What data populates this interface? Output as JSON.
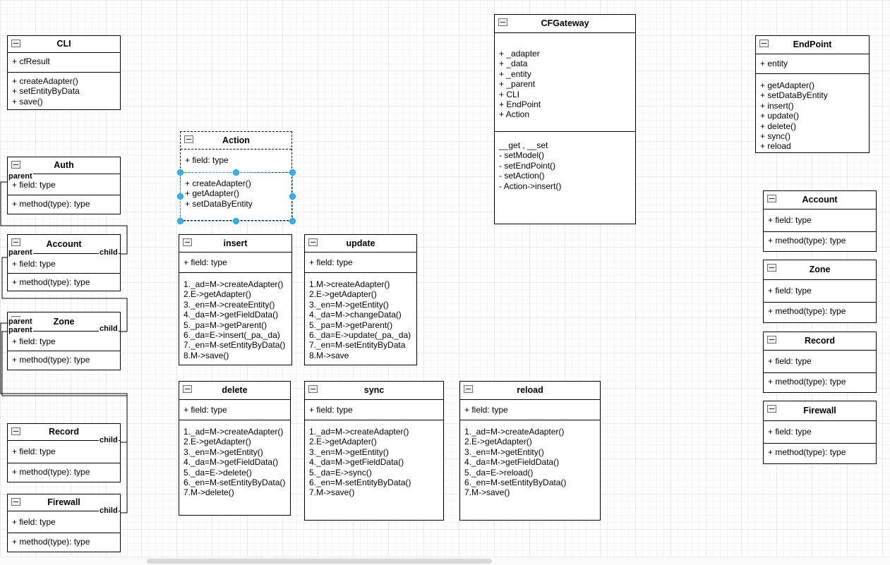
{
  "colors": {
    "box_border": "#000000",
    "box_fill": "#ffffff",
    "selection_handle": "#29b6f2",
    "grid_line": "#e9e9e9"
  },
  "icons": {
    "box_collapse": "minus-square"
  },
  "labels": {
    "parent": "parent",
    "child": "child"
  },
  "boxes": {
    "cli": {
      "title": "CLI",
      "fields": [
        "+ cfResult"
      ],
      "methods": [
        "+ createAdapter()",
        "+ setEntityByData",
        "+ save()"
      ]
    },
    "auth": {
      "title": "Auth",
      "fields": [
        "+ field: type"
      ],
      "methods": [
        "+ method(type): type"
      ]
    },
    "account_left": {
      "title": "Account",
      "fields": [
        "+ field: type"
      ],
      "methods": [
        "+ method(type): type"
      ]
    },
    "zone_left": {
      "title": "Zone",
      "fields": [
        "+ field: type"
      ],
      "methods": [
        "+ method(type): type"
      ]
    },
    "record_left": {
      "title": "Record",
      "fields": [
        "+ field: type"
      ],
      "methods": [
        "+ method(type): type"
      ]
    },
    "firewall_left": {
      "title": "Firewall",
      "fields": [
        "+ field: type"
      ],
      "methods": [
        "+ method(type): type"
      ]
    },
    "action": {
      "title": "Action",
      "fields": [
        "+ field: type"
      ],
      "methods": [
        "+ createAdapter()",
        "+ getAdapter()",
        "+ setDataByEntity"
      ]
    },
    "insert": {
      "title": "insert",
      "fields": [
        "+ field: type"
      ],
      "methods": [
        "1._ad=M->createAdapter()",
        "2.E->getAdapter()",
        "3._en=M->createEntity()",
        "4._da=M->getFieldData()",
        "5._pa=M->getParent()",
        "6._da=E->insert(_pa,_da)",
        "7._en=M-setEntityByData()",
        "8.M->save()"
      ]
    },
    "update": {
      "title": "update",
      "fields": [
        "+ field: type"
      ],
      "methods": [
        "1.M->createAdapter()",
        "2.E->getAdapter()",
        "3._en=M->getEntity()",
        "4._da=M->changeData()",
        "5._pa=M->getParent()",
        "6._da=E->update(_pa,_da)",
        "7._en=M-setEntityByData",
        "8.M->save"
      ]
    },
    "delete": {
      "title": "delete",
      "fields": [
        "+ field: type"
      ],
      "methods": [
        "1._ad=M->createAdapter()",
        "2.E->getAdapter()",
        "3._en=M->getEntity()",
        "4._da=M->getFieldData()",
        "5._da=E->delete()",
        "6._en=M-setEntityByData()",
        "7.M->delete()"
      ]
    },
    "sync": {
      "title": "sync",
      "fields": [
        "+ field: type"
      ],
      "methods": [
        "1._ad=M->createAdapter()",
        "2.E->getAdapter()",
        "3._en=M->getEntity()",
        "4._da=M->getFieldData()",
        "5._da=E->sync()",
        "6._en=M-setEntityByData()",
        "7.M->save()"
      ]
    },
    "reload": {
      "title": "reload",
      "fields": [
        "+ field: type"
      ],
      "methods": [
        "1._ad=M->createAdapter()",
        "2.E->getAdapter()",
        "3._en=M->getEntity()",
        "4._da=M->getFieldData()",
        "5._da=E->reload()",
        "6._en=M-setEntityByData()",
        "7.M->save()"
      ]
    },
    "cfgateway": {
      "title": "CFGateway",
      "fields": [
        "+ _adapter",
        "+ _data",
        "+ _entity",
        "+ _parent",
        "+ CLI",
        "+ EndPoint",
        "+ Action"
      ],
      "methods": [
        "__get , __set",
        "- setModel()",
        "- setEndPoint()",
        "- setAction()",
        "- Action->insert()"
      ]
    },
    "endpoint": {
      "title": "EndPoint",
      "fields": [
        "+  entity"
      ],
      "methods": [
        "+ getAdapter()",
        "+ setDataByEntity",
        "+ insert()",
        "+ update()",
        "+ delete()",
        "+ sync()",
        "+ reload"
      ]
    },
    "account_right": {
      "title": "Account",
      "fields": [
        "+ field: type"
      ],
      "methods": [
        "+ method(type): type"
      ]
    },
    "zone_right": {
      "title": "Zone",
      "fields": [
        "+ field: type"
      ],
      "methods": [
        "+ method(type): type"
      ]
    },
    "record_right": {
      "title": "Record",
      "fields": [
        "+ field: type"
      ],
      "methods": [
        "+ method(type): type"
      ]
    },
    "firewall_right": {
      "title": "Firewall",
      "fields": [
        "+ field: type"
      ],
      "methods": [
        "+ method(type): type"
      ]
    }
  }
}
